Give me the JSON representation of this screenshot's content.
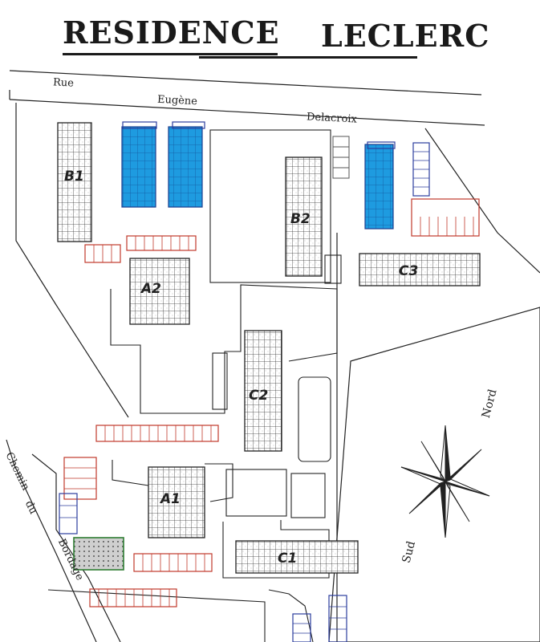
{
  "title": {
    "word1": "RESIDENCE",
    "word2": "LECLERC"
  },
  "streets": {
    "rue": "Rue",
    "eugene": "Eugène",
    "delacroix": "Delacroix",
    "chemin": "Chemin",
    "du": "du",
    "bordage": "Bordage"
  },
  "buildings": {
    "b1": "B1",
    "b2": "B2",
    "a1": "A1",
    "a2": "A2",
    "c1": "C1",
    "c2": "C2",
    "c3": "C3"
  },
  "compass": {
    "north": "Nord",
    "south": "Sud"
  },
  "colors": {
    "parking_blue": "#1e9be0",
    "parking_outline_red": "#c0392b",
    "parking_outline_blue": "#2c3e9e",
    "parking_outline_green": "#2e7d32",
    "ink": "#222222"
  }
}
